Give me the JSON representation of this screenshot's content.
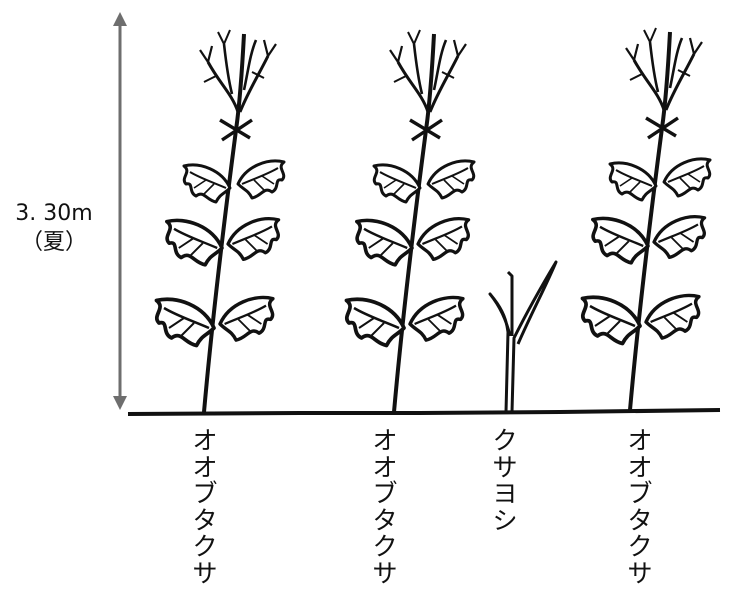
{
  "height_annotation": {
    "value": "3. 30m",
    "season": "（夏）"
  },
  "plants": [
    {
      "name": "オオブタクサ",
      "kind": "giant-ragweed"
    },
    {
      "name": "オオブタクサ",
      "kind": "giant-ragweed"
    },
    {
      "name": "クサヨシ",
      "kind": "reed-canary-grass"
    },
    {
      "name": "オオブタクサ",
      "kind": "giant-ragweed"
    }
  ],
  "colors": {
    "ink": "#111111",
    "arrow": "#6e6e6e",
    "background": "#ffffff"
  }
}
